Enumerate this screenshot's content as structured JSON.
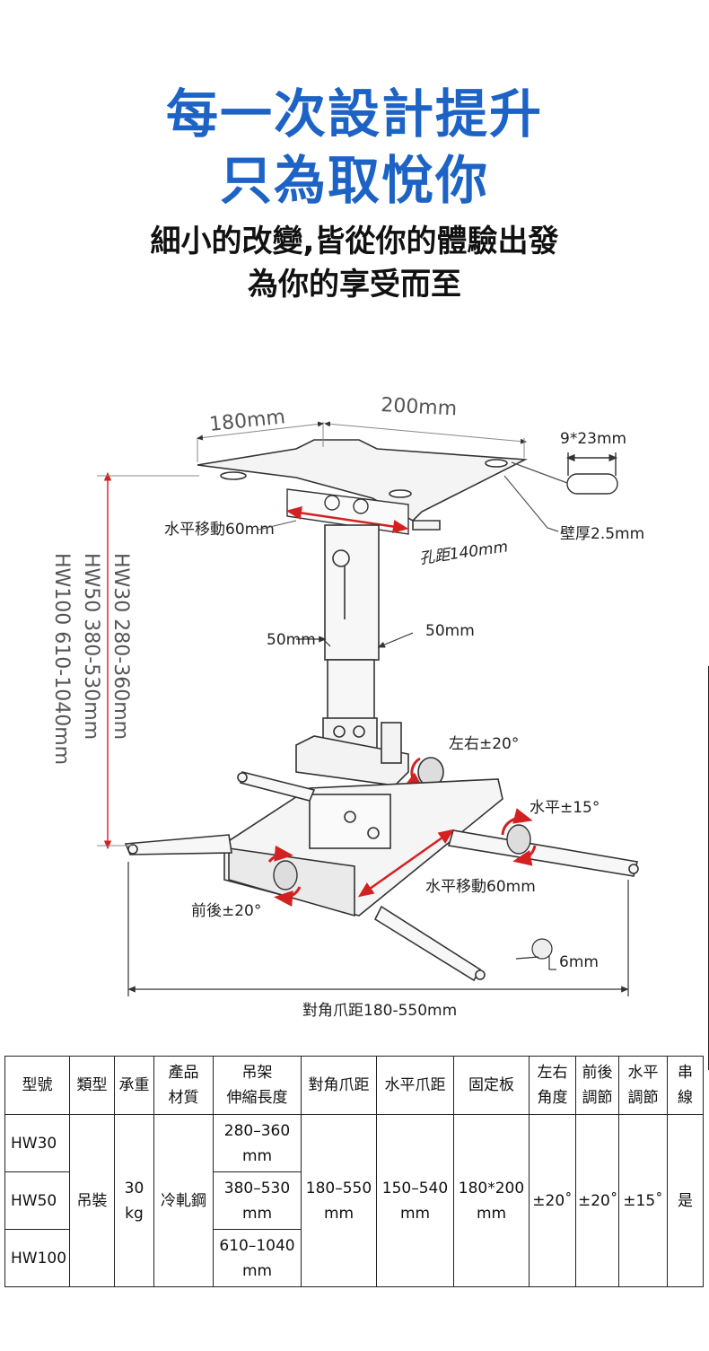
{
  "header": {
    "title_line1": "每一次設計提升",
    "title_line2": "只為取悅你",
    "subtitle_line1": "細小的改變,皆從你的體驗出發",
    "subtitle_line2": "為你的享受而至"
  },
  "colors": {
    "title_blue": "#1d63c6",
    "dimension_red": "#d42020",
    "line_gray": "#333333"
  },
  "diagram": {
    "dim_180": "180mm",
    "dim_200": "200mm",
    "dim_slot": "9*23mm",
    "wall_thickness": "壁厚2.5mm",
    "horizontal_move_top": "水平移動60mm",
    "hole_spacing": "孔距140mm",
    "tube_left": "50mm",
    "tube_right": "50mm",
    "tilt_lr": "左右±20°",
    "tilt_horizontal": "水平±15°",
    "horizontal_move_bottom": "水平移動60mm",
    "tilt_fb": "前後±20°",
    "screw": "6mm",
    "diagonal_span": "對角爪距180-550mm",
    "length_hw30": "HW30   280-360mm",
    "length_hw50": "HW50   380-530mm",
    "length_hw100": "HW100  610-1040mm"
  },
  "table": {
    "headers": {
      "model": "型號",
      "type": "類型",
      "load": "承重",
      "material_1": "產品",
      "material_2": "材質",
      "extension_1": "吊架",
      "extension_2": "伸縮長度",
      "diagonal": "對角爪距",
      "horizontal": "水平爪距",
      "plate": "固定板",
      "lr_1": "左右",
      "lr_2": "角度",
      "fb_1": "前後",
      "fb_2": "調節",
      "hz_1": "水平",
      "hz_2": "調節",
      "cable_1": "串",
      "cable_2": "線"
    },
    "rows": [
      {
        "model": "HW30",
        "length_1": "280–360",
        "length_2": "mm"
      },
      {
        "model": "HW50",
        "length_1": "380–530",
        "length_2": "mm"
      },
      {
        "model": "HW100",
        "length_1": "610–1040",
        "length_2": "mm"
      }
    ],
    "shared": {
      "type": "吊裝",
      "load_1": "30",
      "load_2": "kg",
      "material": "冷軋鋼",
      "diagonal_1": "180–550",
      "diagonal_2": "mm",
      "horizontal_1": "150–540",
      "horizontal_2": "mm",
      "plate_1": "180*200",
      "plate_2": "mm",
      "lr": "±20˚",
      "fb": "±20˚",
      "hz": "±15˚",
      "cable": "是"
    }
  }
}
